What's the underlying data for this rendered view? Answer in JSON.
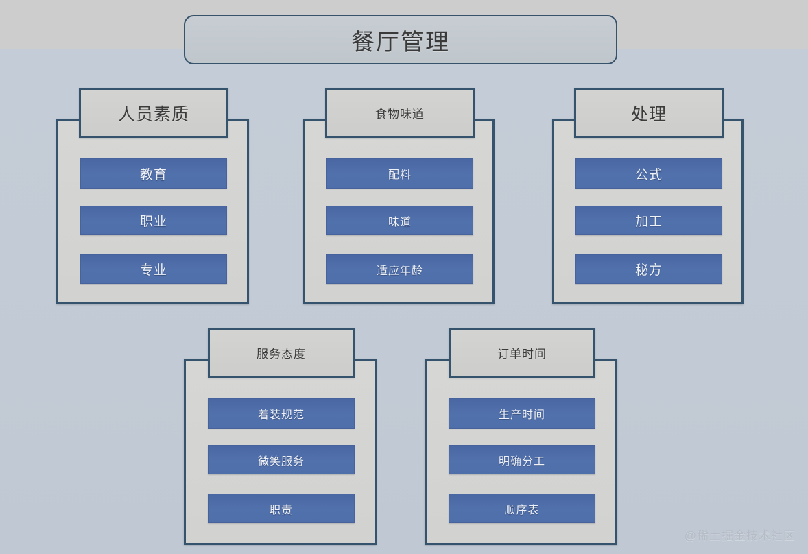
{
  "title": {
    "text": "餐厅管理"
  },
  "watermark": {
    "text": "@稀土掘金技术社区"
  },
  "colors": {
    "background_top": "#cdcdcd",
    "background_field": "#c3cbd6",
    "box_border": "#35536c",
    "box_fill": "#d4d4d2",
    "bar_fill": "#5171ad",
    "bar_text": "#eef1f6",
    "title_border": "#37536b"
  },
  "groups": [
    {
      "id": "personnel-quality",
      "header": "人员素质",
      "header_size": "large",
      "items": [
        "教育",
        "职业",
        "专业"
      ],
      "item_size": "large"
    },
    {
      "id": "food-taste",
      "header": "食物味道",
      "header_size": "small",
      "items": [
        "配料",
        "味道",
        "适应年龄"
      ],
      "item_size": "small"
    },
    {
      "id": "processing",
      "header": "处理",
      "header_size": "large",
      "items": [
        "公式",
        "加工",
        "秘方"
      ],
      "item_size": "large"
    },
    {
      "id": "service-attitude",
      "header": "服务态度",
      "header_size": "small",
      "items": [
        "着装规范",
        "微笑服务",
        "职责"
      ],
      "item_size": "small"
    },
    {
      "id": "order-time",
      "header": "订单时间",
      "header_size": "small",
      "items": [
        "生产时间",
        "明确分工",
        "顺序表"
      ],
      "item_size": "small"
    }
  ]
}
